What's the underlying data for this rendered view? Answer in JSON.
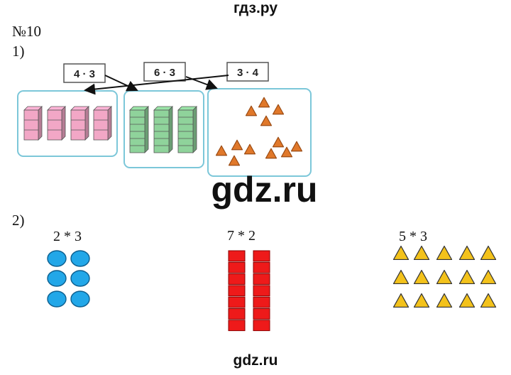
{
  "site_top": "гдз.ру",
  "task_number": "№10",
  "part1": {
    "label": "1)",
    "expression_cards": [
      "4 · 3",
      "6 · 3",
      "3 · 4"
    ]
  },
  "watermark": "gdz.ru",
  "part2": {
    "label": "2)",
    "expressions": [
      "2 * 3",
      "7 * 2",
      "5 * 3"
    ]
  },
  "site_bottom": "gdz.ru",
  "colors": {
    "pink": "#f2a7c6",
    "green": "#8fd39b",
    "orange": "#e0782a",
    "blue": "#22a7e8",
    "red": "#ee1a1a",
    "yellow": "#f3c21b",
    "panel_border": "#7cc7d9"
  }
}
